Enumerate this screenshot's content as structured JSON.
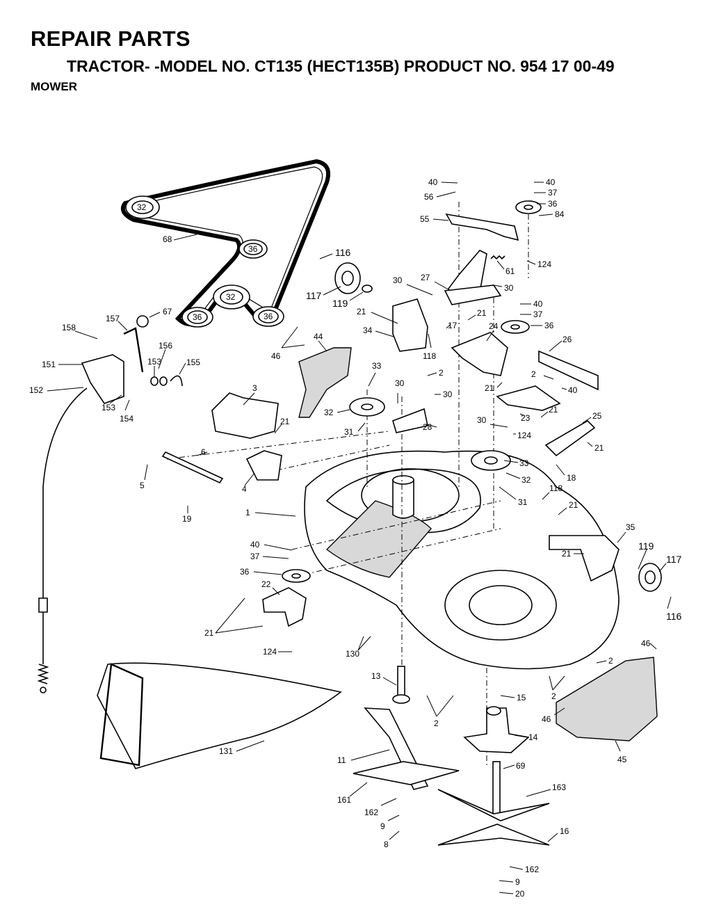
{
  "header": {
    "title": "REPAIR PARTS",
    "subtitle": "TRACTOR- -MODEL NO. CT135 (HECT135B) PRODUCT NO. 954 17 00-49",
    "section": "MOWER"
  },
  "belt_pulley_labels": [
    "32",
    "36",
    "32",
    "36",
    "36"
  ],
  "callouts": [
    "68",
    "116",
    "117",
    "119",
    "40",
    "56",
    "55",
    "40",
    "37",
    "36",
    "84",
    "61",
    "124",
    "30",
    "27",
    "30",
    "21",
    "34",
    "17",
    "21",
    "40",
    "37",
    "36",
    "24",
    "26",
    "158",
    "157",
    "67",
    "151",
    "156",
    "153",
    "155",
    "152",
    "153",
    "154",
    "46",
    "44",
    "33",
    "118",
    "2",
    "30",
    "3",
    "21",
    "30",
    "32",
    "31",
    "28",
    "2",
    "40",
    "21",
    "23",
    "21",
    "25",
    "21",
    "30",
    "124",
    "6",
    "5",
    "4",
    "19",
    "33",
    "32",
    "18",
    "31",
    "118",
    "21",
    "1",
    "35",
    "21",
    "119",
    "117",
    "116",
    "40",
    "37",
    "36",
    "22",
    "21",
    "124",
    "130",
    "46",
    "2",
    "2",
    "13",
    "15",
    "2",
    "46",
    "14",
    "45",
    "131",
    "11",
    "69",
    "163",
    "161",
    "162",
    "9",
    "8",
    "16",
    "162",
    "9",
    "20"
  ]
}
